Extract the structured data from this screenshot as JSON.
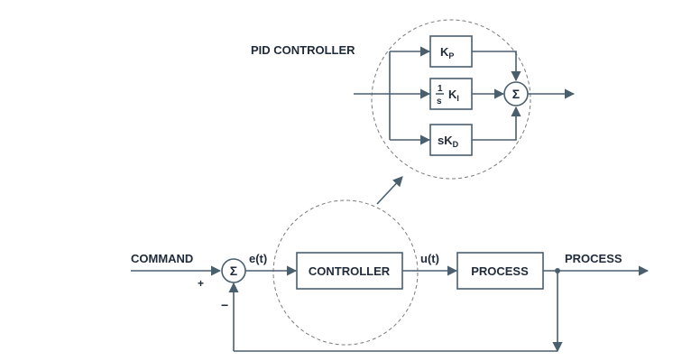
{
  "labels": {
    "pid_controller": "PID CONTROLLER",
    "command": "COMMAND",
    "error": "e(t)",
    "control": "u(t)",
    "process_output": "PROCESS",
    "plus": "+",
    "minus": "−",
    "sigma": "Σ"
  },
  "blocks": {
    "controller": "CONTROLLER",
    "process": "PROCESS",
    "kp": {
      "main": "K",
      "sub": "P"
    },
    "ki": {
      "frac_num": "1",
      "frac_den": "s",
      "main": "K",
      "sub": "I"
    },
    "kd": {
      "pre": "sK",
      "sub": "D"
    }
  }
}
